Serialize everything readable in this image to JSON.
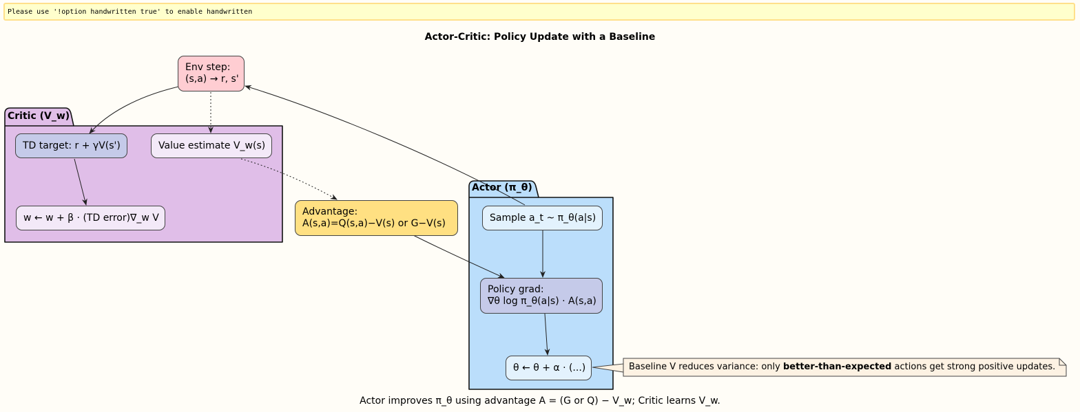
{
  "banner": {
    "text": "Please use '!option handwritten true' to enable handwritten"
  },
  "diagram": {
    "title": "Actor-Critic: Policy Update with a Baseline",
    "footer": "Actor improves π_θ using advantage A = (G or Q) − V_w; Critic learns V_w.",
    "env_step": {
      "line1": "Env step:",
      "line2": "(s,a) → r, s'"
    },
    "critic": {
      "label": "Critic (V_w)",
      "td_target": "TD target: r + γV(s')",
      "value_estimate": "Value estimate V_w(s)",
      "w_update": "w ← w + β · (TD error)∇_w V"
    },
    "advantage": {
      "line1": "Advantage:",
      "line2": "A(s,a)=Q(s,a)−V(s)  or  G−V(s)"
    },
    "actor": {
      "label": "Actor (π_θ)",
      "sample": "Sample a_t ~ π_θ(a|s)",
      "policy_grad_line1": "Policy grad:",
      "policy_grad_line2": "∇θ log π_θ(a|s) · A(s,a)",
      "theta_update": "θ ← θ + α · (...)"
    },
    "note": {
      "before": "Baseline V reduces variance: only ",
      "bold": "better-than-expected",
      "after": " actions get strong positive updates."
    },
    "colors": {
      "background": "#FFFDF7",
      "critic_package": "#E0BEE8",
      "actor_package": "#BBDEFB",
      "env_step": "#FFCDD2",
      "td_target": "#C5CAE9",
      "value_estimate": "#F3E9F8",
      "w_update": "#F3E9F8",
      "advantage": "#FFE082",
      "sample": "#E3F2FD",
      "policy_grad": "#C5CAE9",
      "theta_update": "#E3F2FD",
      "note": "#FDF2E3"
    }
  }
}
